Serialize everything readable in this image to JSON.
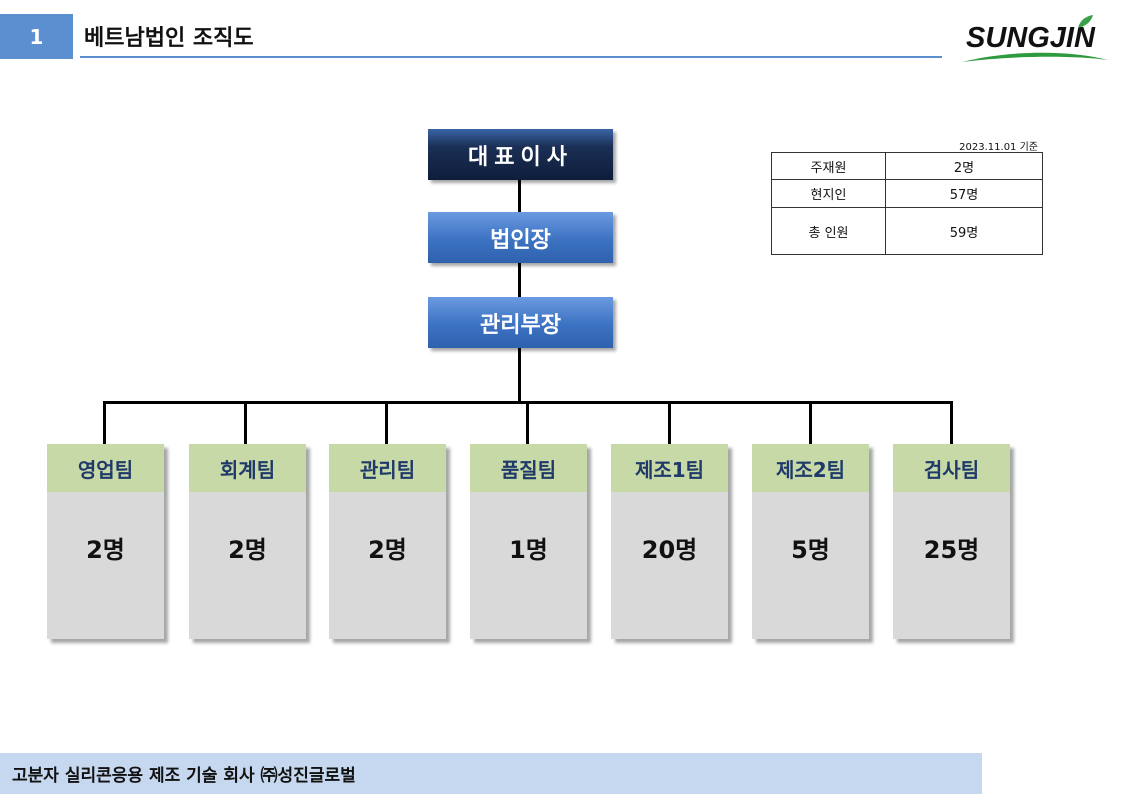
{
  "header": {
    "slide_number": "1",
    "title": "베트남법인 조직도",
    "logo_text": "SUNGJIN",
    "accent_color": "#5b8fd0"
  },
  "org": {
    "ceo": "대표이사",
    "level2": "법인장",
    "level3": "관리부장",
    "teams": [
      {
        "name": "영업팀",
        "count": "2명"
      },
      {
        "name": "회계팀",
        "count": "2명"
      },
      {
        "name": "관리팀",
        "count": "2명"
      },
      {
        "name": "품질팀",
        "count": "1명"
      },
      {
        "name": "제조1팀",
        "count": "20명"
      },
      {
        "name": "제조2팀",
        "count": "5명"
      },
      {
        "name": "검사팀",
        "count": "25명"
      }
    ]
  },
  "staff_table": {
    "as_of": "2023.11.01 기준",
    "rows": [
      {
        "label": "주재원",
        "value": "2명"
      },
      {
        "label": "현지인",
        "value": "57명"
      },
      {
        "label": "총 인원",
        "value": "59명"
      }
    ]
  },
  "footer": {
    "text": "고분자 실리콘응용 제조 기술 회사 ㈜성진글로벌"
  }
}
